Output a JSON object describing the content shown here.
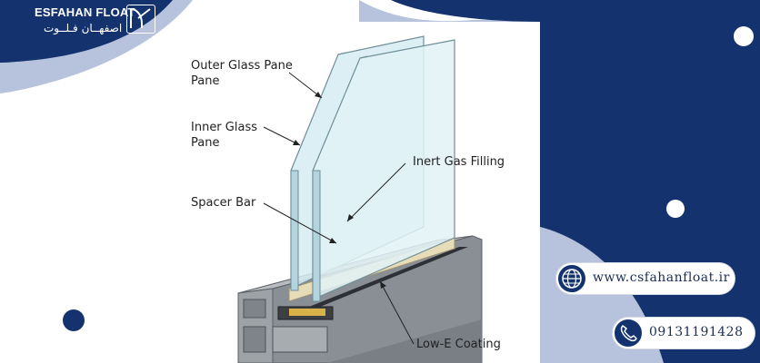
{
  "brand": {
    "name_en": "ESFAHAN FLOAT",
    "name_fa": "اصفهــان فـلــوت"
  },
  "diagram": {
    "labels": {
      "outer_glass_pane": "Outer Glass Pane\nPane",
      "inner_glass_pane": "Inner Glass\nPane",
      "spacer_bar": "Spacer Bar",
      "inert_gas_filling": "Inert Gas Filling",
      "low_e_coating": "Low-E Coating"
    }
  },
  "contact": {
    "website": "www.csfahanfloat.ir",
    "phone": "09131191428"
  },
  "colors": {
    "navy": "#14336e",
    "light_blue": "#b7c3dc",
    "glass": "#cfe7ee",
    "frame": "#8a8f95"
  },
  "icons": [
    "globe-icon",
    "phone-icon"
  ]
}
